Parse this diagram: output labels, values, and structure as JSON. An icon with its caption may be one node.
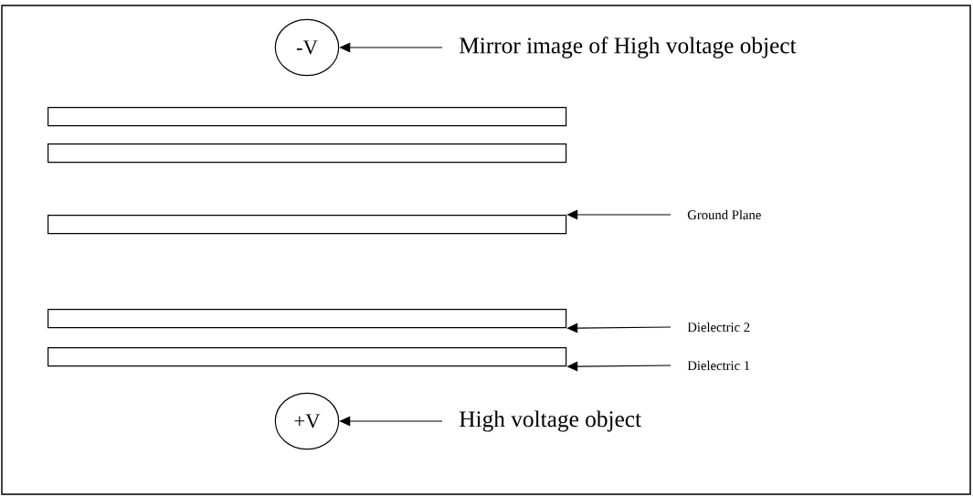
{
  "diagram": {
    "nodes": [
      {
        "text": [
          "-V"
        ]
      },
      {
        "text": [
          "Mirror image of High voltage object"
        ]
      },
      {
        "text": [],
        "shape": "bar"
      },
      {
        "text": [],
        "shape": "bar"
      },
      {
        "text": [],
        "shape": "bar"
      },
      {
        "text": [
          "Ground Plane"
        ]
      },
      {
        "text": [],
        "shape": "bar"
      },
      {
        "text": [
          "Dielectric 2"
        ]
      },
      {
        "text": [],
        "shape": "bar"
      },
      {
        "text": [
          "Dielectric 1"
        ]
      },
      {
        "text": [
          "+V"
        ]
      },
      {
        "text": [
          "High voltage object"
        ]
      }
    ],
    "edges": [
      {
        "from": 1,
        "to": 0,
        "arrow": "to"
      },
      {
        "from": 5,
        "to": 4,
        "arrow": "to"
      },
      {
        "from": 7,
        "to": 6,
        "arrow": "to"
      },
      {
        "from": 9,
        "to": 8,
        "arrow": "to"
      },
      {
        "from": 11,
        "to": 10,
        "arrow": "to"
      }
    ]
  }
}
